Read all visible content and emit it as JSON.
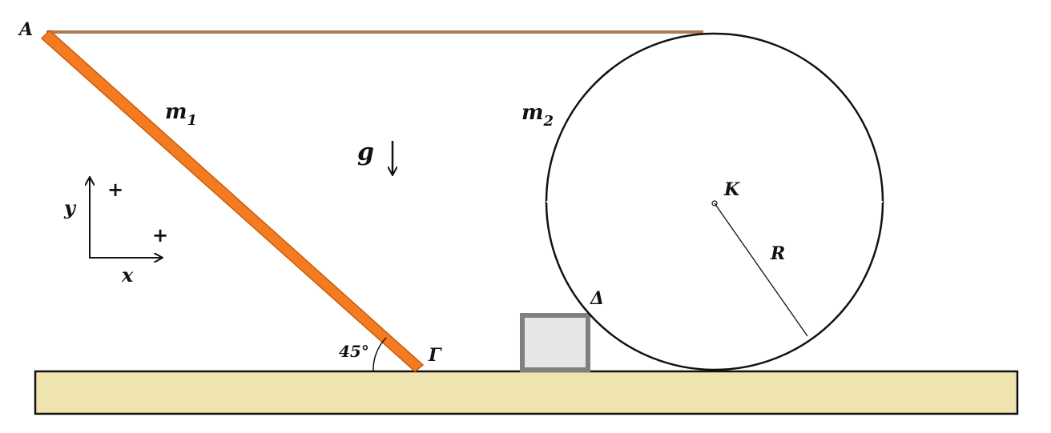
{
  "colors": {
    "rod": "#F47B20",
    "rod_edge": "#c85c10",
    "string": "#B07A55",
    "ground": "#EFE3B0",
    "block_fill": "#E6E6E6",
    "block_edge": "#808080",
    "ink": "#111111"
  },
  "labels": {
    "point_a": "A",
    "mass_1": "m",
    "mass_1_sub": "1",
    "mass_2": "m",
    "mass_2_sub": "2",
    "gravity": "g",
    "point_k": "K",
    "radius": "R",
    "point_delta": "Δ",
    "point_gamma": "Γ",
    "angle": "45°",
    "axis_y": "y",
    "axis_x": "x",
    "axis_y_sign": "+",
    "axis_x_sign": "+"
  },
  "icons": {
    "gravity_arrow": "down-arrow-icon"
  }
}
